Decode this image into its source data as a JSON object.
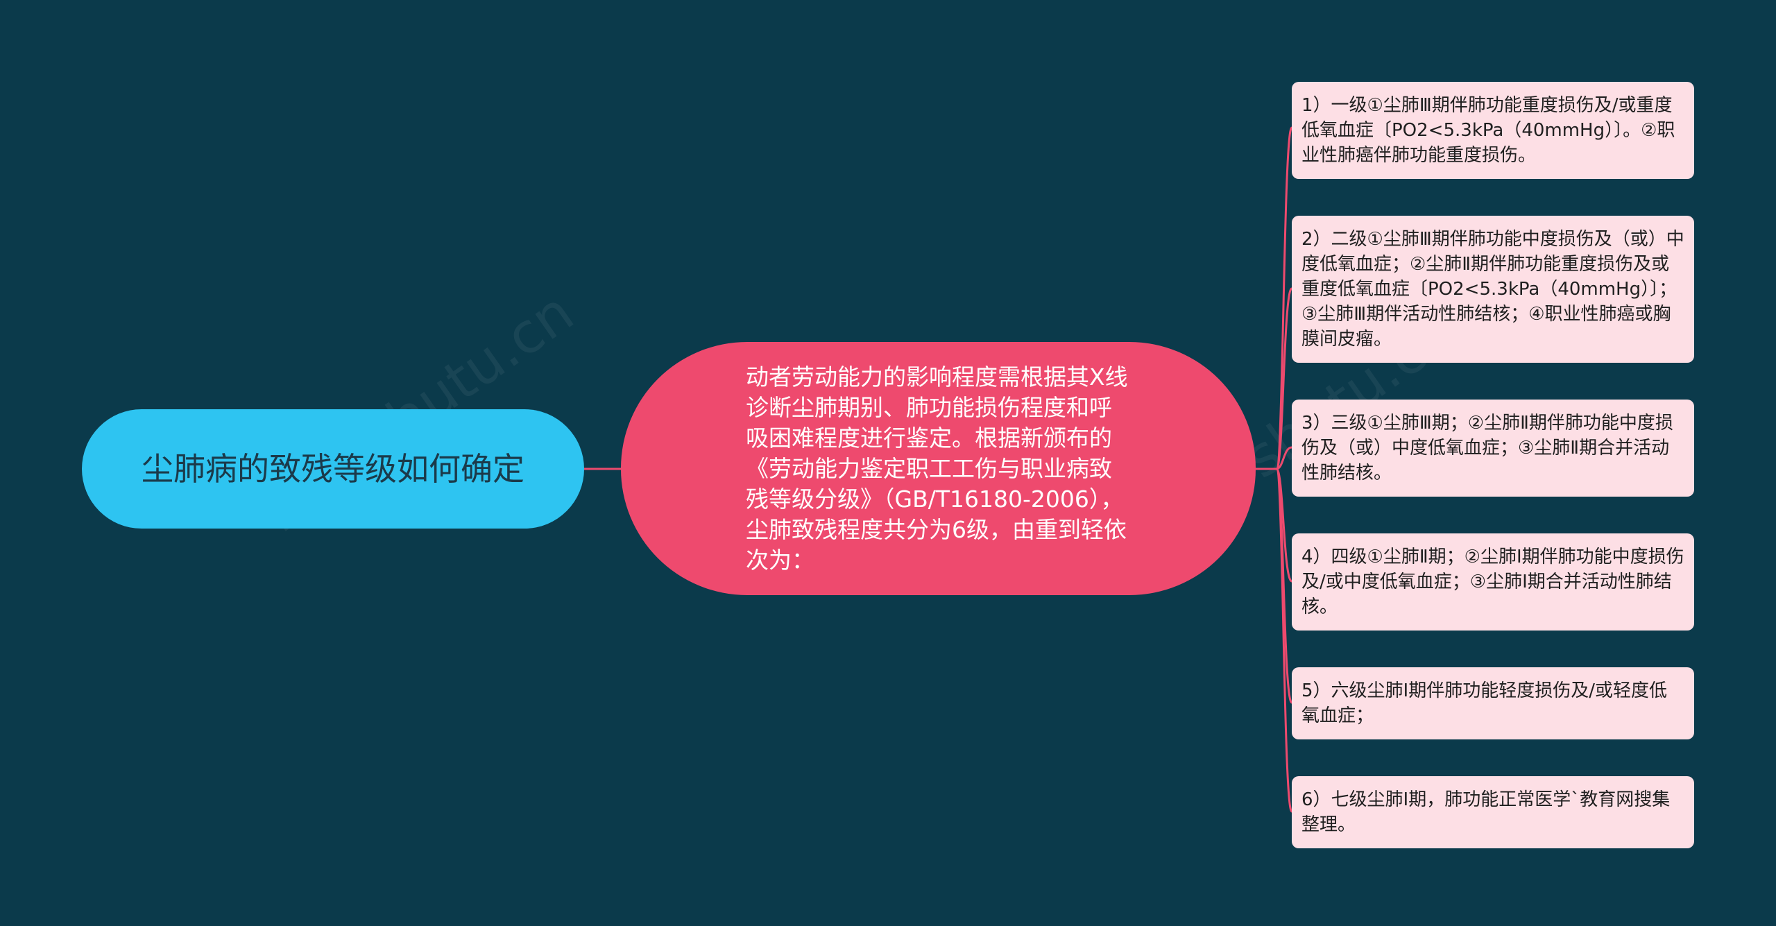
{
  "root": {
    "text": "尘肺病的致残等级如何确定"
  },
  "center": {
    "text": "动者劳动能力的影响程度需根据其X线诊断尘肺期别、肺功能损伤程度和呼吸困难程度进行鉴定。根据新颁布的《劳动能力鉴定职工工伤与职业病致残等级分级》（GB/T16180-2006），尘肺致残程度共分为6级，由重到轻依次为："
  },
  "leaves": [
    "1）一级①尘肺Ⅲ期伴肺功能重度损伤及/或重度低氧血症〔PO2<5.3kPa（40mmHg）〕。②职业性肺癌伴肺功能重度损伤。",
    "2）二级①尘肺Ⅲ期伴肺功能中度损伤及（或）中度低氧血症；②尘肺Ⅱ期伴肺功能重度损伤及或重度低氧血症〔PO2<5.3kPa（40mmHg）〕；③尘肺Ⅲ期伴活动性肺结核；④职业性肺癌或胸膜间皮瘤。",
    "3）三级①尘肺Ⅲ期；②尘肺Ⅱ期伴肺功能中度损伤及（或）中度低氧血症；③尘肺Ⅱ期合并活动性肺结核。",
    "4）四级①尘肺Ⅱ期；②尘肺Ⅰ期伴肺功能中度损伤及/或中度低氧血症；③尘肺Ⅰ期合并活动性肺结核。",
    "5）六级尘肺Ⅰ期伴肺功能轻度损伤及/或轻度低氧血症；",
    "6）七级尘肺Ⅰ期，肺功能正常医学`教育网搜集整理。"
  ],
  "watermark": "树图 shutu.cn",
  "colors": {
    "background": "#0b3a4b",
    "root": "#2ec4f1",
    "center": "#ee4a6e",
    "leaf": "#fddfe5",
    "link": "#ee4a6e"
  }
}
